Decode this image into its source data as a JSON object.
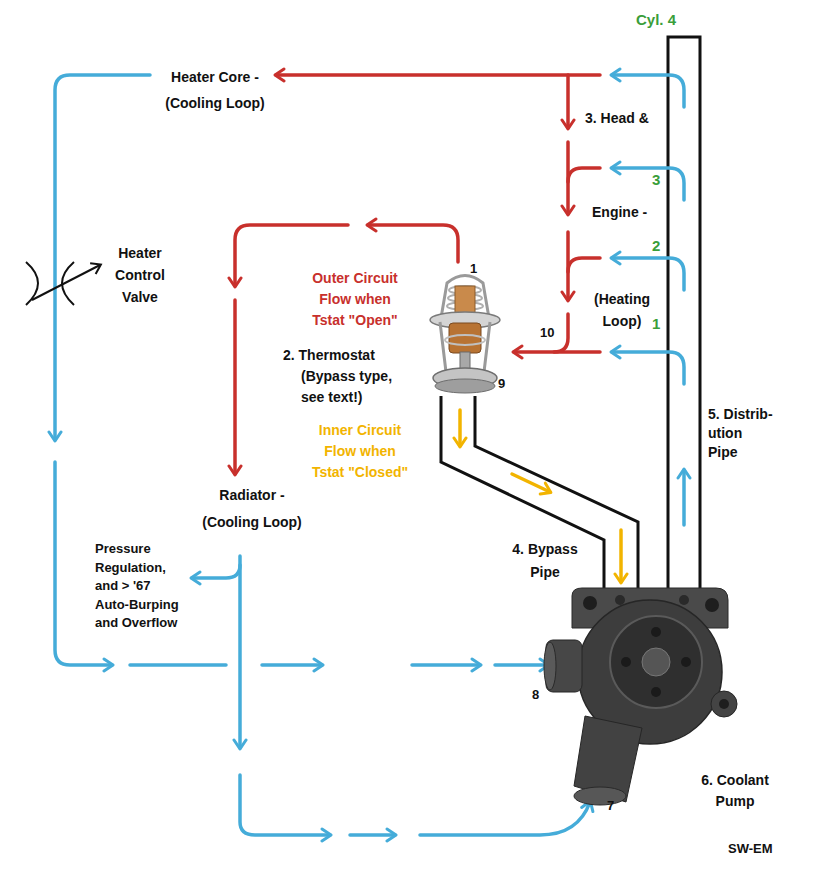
{
  "diagram": {
    "labels": [
      "Cyl. 4",
      "Heater Core - (Cooling Loop)",
      "3. Head &",
      "3",
      "Engine -",
      "2",
      "Heater Control Valve",
      "1",
      "Outer Circuit Flow when Tstat \"Open\"",
      "(Heating Loop)",
      "1",
      "10",
      "2. Thermostat (Bypass type, see text!)",
      "9",
      "5. Distrib- ution Pipe",
      "Inner Circuit Flow when Tstat \"Closed\"",
      "Radiator - (Cooling Loop)",
      "Pressure Regulation, and > '67 Auto-Burping and Overflow",
      "4. Bypass Pipe",
      "8",
      "6. Coolant Pump",
      "7",
      "SW-EM"
    ]
  }
}
